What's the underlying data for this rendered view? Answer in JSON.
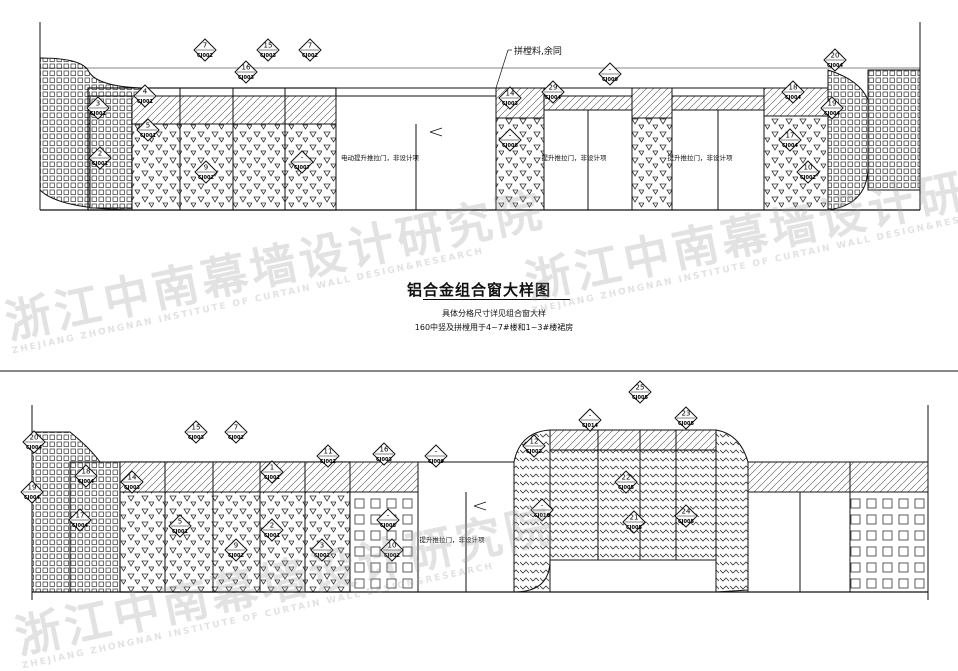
{
  "drawing": {
    "title": "铝合金组合窗大样图",
    "note_1": "具体分格尺寸详见组合窗大样",
    "note_2": "160中竖及拼樘用于4~7#楼和1~3#楼裙房",
    "leader_note": "拼樘料,余同"
  },
  "panels_top": {
    "door_1": "电动提升推拉门，非设计项",
    "door_2": "提升推拉门，非设计项",
    "door_3": "提升推拉门，非设计项"
  },
  "panels_bottom": {
    "door_1": "提升推拉门，非设计项"
  },
  "watermark": {
    "cn": "浙江中南幕墙设计研究院",
    "en": "ZHEJIANG ZHONGNAN INSTITUTE OF CURTAIN WALL DESIGN&RESEARCH"
  },
  "tags_top": [
    {
      "num": "7",
      "code": "CJ002"
    },
    {
      "num": "15",
      "code": "CJ003"
    },
    {
      "num": "7",
      "code": "CJ002"
    },
    {
      "num": "16",
      "code": "CJ003"
    },
    {
      "num": "4",
      "code": "CJ001"
    },
    {
      "num": "3",
      "code": "CJ001"
    },
    {
      "num": "5",
      "code": "CJ001"
    },
    {
      "num": "2",
      "code": "CJ001"
    },
    {
      "num": "9",
      "code": "CJ002"
    },
    {
      "num": "-",
      "code": "CJ007"
    },
    {
      "num": "14",
      "code": "CJ003"
    },
    {
      "num": "29",
      "code": "CJ004"
    },
    {
      "num": "-",
      "code": "CJ009"
    },
    {
      "num": "-",
      "code": "CJ008"
    },
    {
      "num": "18",
      "code": "CJ004"
    },
    {
      "num": "20",
      "code": "CJ004"
    },
    {
      "num": "19",
      "code": "CJ004"
    },
    {
      "num": "17",
      "code": "CJ004"
    },
    {
      "num": "10",
      "code": "CJ002"
    }
  ],
  "tags_bottom": [
    {
      "num": "20",
      "code": "CJ004"
    },
    {
      "num": "18",
      "code": "CJ004"
    },
    {
      "num": "19",
      "code": "CJ004"
    },
    {
      "num": "17",
      "code": "CJ004"
    },
    {
      "num": "15",
      "code": "CJ003"
    },
    {
      "num": "7",
      "code": "CJ002"
    },
    {
      "num": "14",
      "code": "CJ003"
    },
    {
      "num": "1",
      "code": "CJ001"
    },
    {
      "num": "11",
      "code": "CJ002"
    },
    {
      "num": "16",
      "code": "CJ003"
    },
    {
      "num": "-",
      "code": "CJ009"
    },
    {
      "num": "5",
      "code": "CJ001"
    },
    {
      "num": "2",
      "code": "CJ001"
    },
    {
      "num": "9",
      "code": "CJ002"
    },
    {
      "num": "3",
      "code": "CJ001"
    },
    {
      "num": "-",
      "code": "CJ008"
    },
    {
      "num": "10",
      "code": "CJ002"
    },
    {
      "num": "12",
      "code": "CJ002"
    },
    {
      "num": "-",
      "code": "CJ010"
    },
    {
      "num": "-",
      "code": "CJ014"
    },
    {
      "num": "25",
      "code": "CJ005"
    },
    {
      "num": "23",
      "code": "CJ005"
    },
    {
      "num": "22",
      "code": "CJ005"
    },
    {
      "num": "21",
      "code": "CJ005"
    },
    {
      "num": "24",
      "code": "CJ005"
    }
  ]
}
